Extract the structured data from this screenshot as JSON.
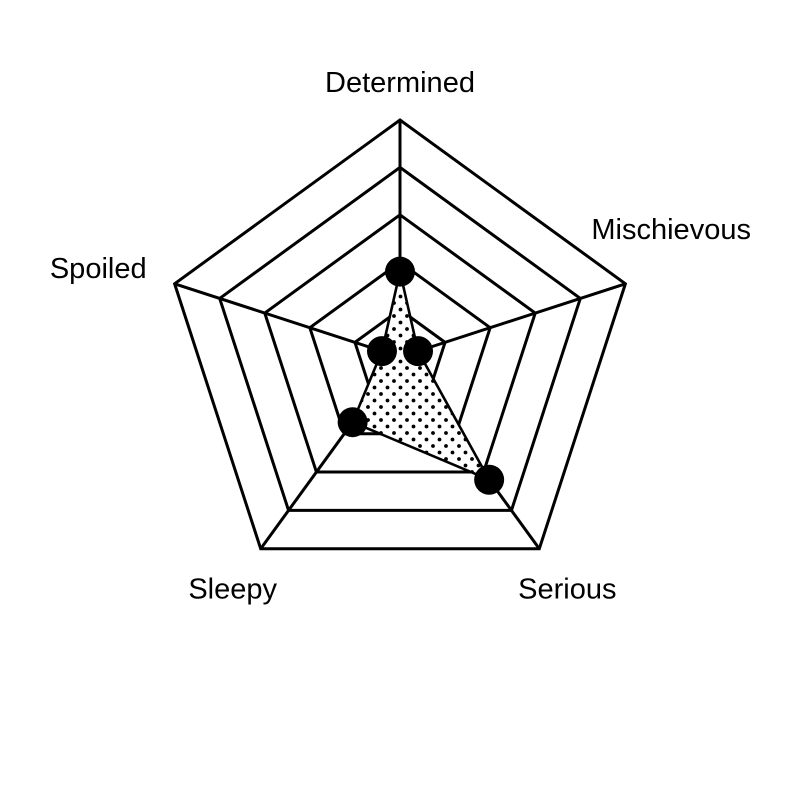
{
  "chart_data": {
    "type": "radar",
    "title": "",
    "axes": [
      "Determined",
      "Mischievous",
      "Serious",
      "Sleepy",
      "Spoiled"
    ],
    "rlim": [
      0,
      5
    ],
    "grid_levels": 5,
    "grid": true,
    "series": [
      {
        "values": [
          1.8,
          0.4,
          3.2,
          1.7,
          0.4
        ],
        "marker": "filled-circle",
        "fill": "dotted"
      }
    ]
  },
  "colors": {
    "line": "#000000",
    "marker": "#000000",
    "background": "#ffffff"
  }
}
